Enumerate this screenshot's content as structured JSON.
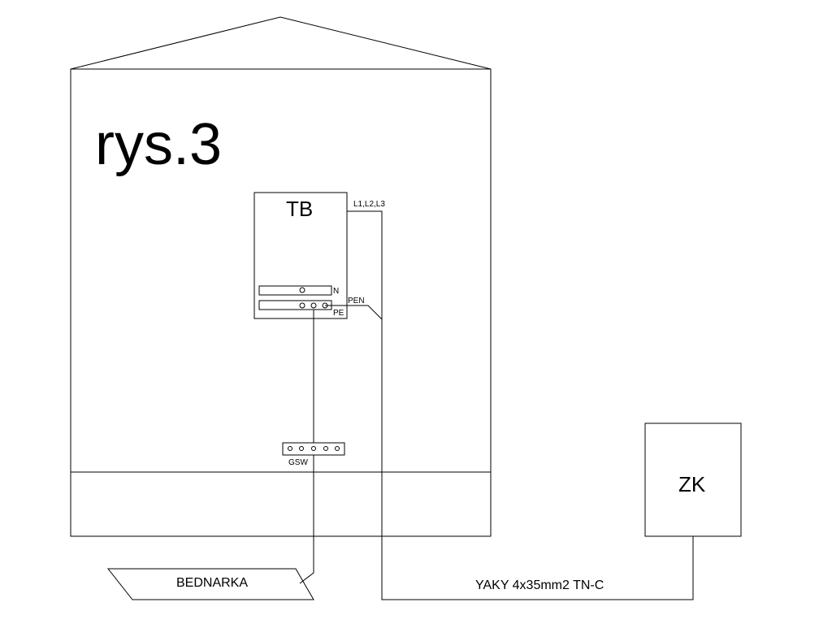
{
  "drawing": {
    "title": "rys.3",
    "tb_label": "TB",
    "phases_label": "L1,L2,L3",
    "n_label": "N",
    "pen_label": "PEN",
    "pe_label": "PE",
    "gsw_label": "GSW",
    "zk_label": "ZK",
    "bednarka_label": "BEDNARKA",
    "cable_label": "YAKY 4x35mm2  TN-C"
  }
}
